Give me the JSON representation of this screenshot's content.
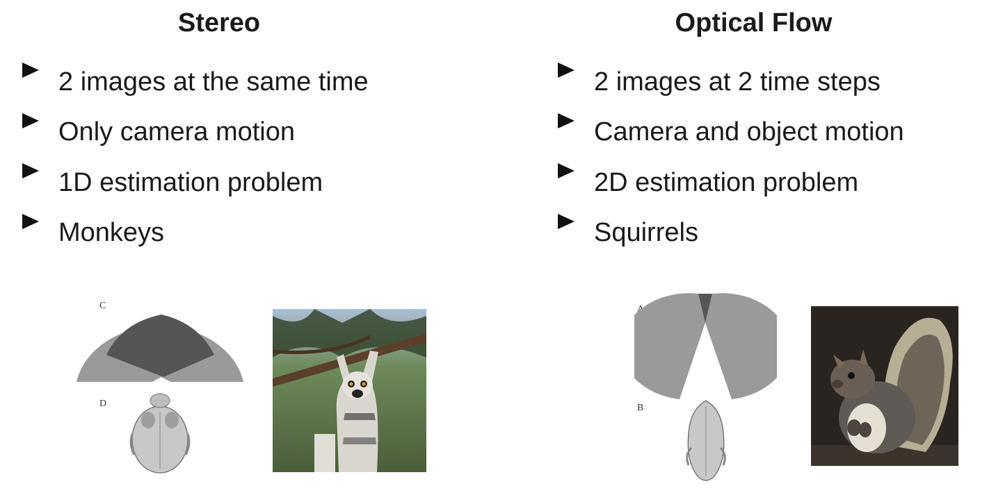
{
  "stereo": {
    "title": "Stereo",
    "bullets": [
      "2 images at the same time",
      "Only camera motion",
      "1D estimation problem",
      "Monkeys"
    ],
    "diagram": {
      "label_top": "C",
      "label_bottom": "D"
    },
    "photo": {
      "icon": "lemur-photo"
    }
  },
  "optical_flow": {
    "title": "Optical Flow",
    "bullets": [
      "2 images at 2 time steps",
      "Camera and object motion",
      "2D estimation problem",
      "Squirrels"
    ],
    "diagram": {
      "label_top": "A",
      "label_bottom": "B"
    },
    "photo": {
      "icon": "squirrel-photo"
    }
  },
  "colors": {
    "text": "#1a1a1a",
    "visual_field": "#9a9a9a",
    "binocular_overlap": "#555555"
  }
}
